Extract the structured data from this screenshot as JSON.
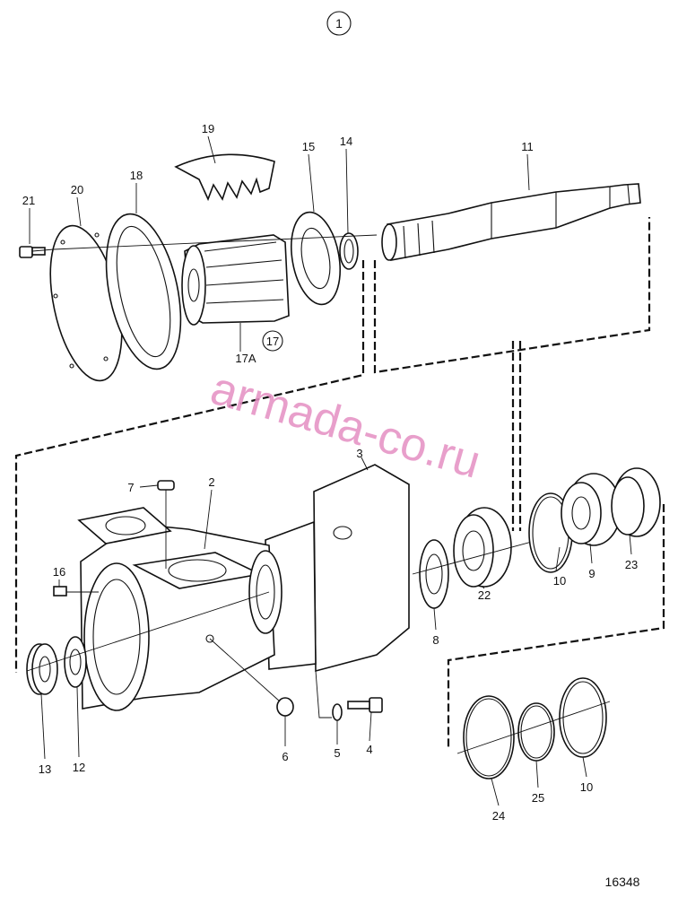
{
  "diagram": {
    "group_number": "1",
    "sub_group_number": "17",
    "figure_number": "16348",
    "watermark": "armada-co.ru",
    "labels": {
      "p1": "1",
      "p2": "2",
      "p3": "3",
      "p4": "4",
      "p5": "5",
      "p6": "6",
      "p7": "7",
      "p8": "8",
      "p9": "9",
      "p10a": "10",
      "p10b": "10",
      "p11": "11",
      "p12": "12",
      "p13": "13",
      "p14": "14",
      "p15": "15",
      "p16": "16",
      "p17": "17",
      "p17a": "17A",
      "p18": "18",
      "p19": "19",
      "p20": "20",
      "p21": "21",
      "p22": "22",
      "p23": "23",
      "p24": "24",
      "p25": "25"
    }
  }
}
